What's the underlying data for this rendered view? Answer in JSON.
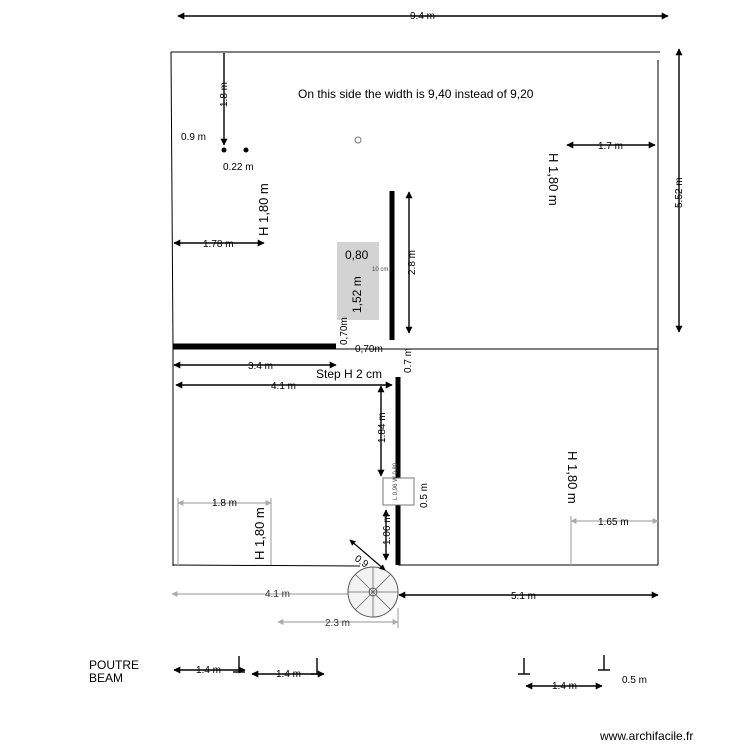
{
  "note": "On this side the width is 9,40 instead of 9,20",
  "dimensions": {
    "top_width": "9.4 m",
    "right_height": "5.52 m",
    "left_top_1_8": "1.8 m",
    "d_0_9": "0.9 m",
    "d_0_22": "0.22 m",
    "d_1_78": "1.78 m",
    "d_1_7": "1.7 m",
    "d_2_8": "2.8 m",
    "d_3_4": "3.4 m",
    "d_4_1_top": "4.1 m",
    "d_0_7_v": "0.7 m",
    "d_1_84": "1.84 m",
    "d_1_8_bottom": "1.8 m",
    "d_0_5": "0.5 m",
    "d_1_06": "1.06 m",
    "d_1_65": "1.65 m",
    "d_4_1_bottom": "4.1 m",
    "d_5_1": "5.1 m",
    "d_2_3": "2.3 m",
    "d_0_9_stair": "0.9",
    "beam_1": "1.4 m",
    "beam_2": "1.4 m",
    "beam_3": "1.4 m",
    "beam_0_5": "0.5 m"
  },
  "heights": {
    "h1": "H 1,80 m",
    "h2": "H 1,80 m",
    "h3": "H 1,80 m",
    "h4": "H 1,80 m"
  },
  "pillar": {
    "width": "0,80",
    "depth": "1,52 m",
    "thickness": "10 cm",
    "side_label": "0,70m",
    "bottom_label": "0,70m"
  },
  "step": "Step H 2 cm",
  "small_box": "L 0,96\nW 0,80",
  "beam_label_1": "POUTRE",
  "beam_label_2": "BEAM",
  "watermark": "www.archifacile.fr"
}
